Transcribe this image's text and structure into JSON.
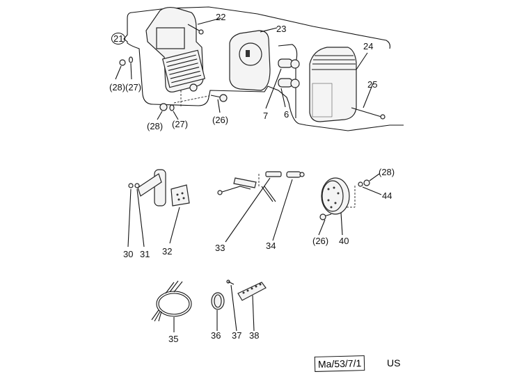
{
  "diagram": {
    "type": "exploded-parts-diagram",
    "labels": {
      "l21": "21",
      "l22": "22",
      "l23": "23",
      "l24": "24",
      "l25": "25",
      "l6": "6",
      "l7": "7",
      "l26a": "(26)",
      "l27a": "(27)",
      "l28a": "(28)",
      "l27b": "(27)",
      "l28b": "(28)",
      "l30": "30",
      "l31": "31",
      "l32": "32",
      "l33": "33",
      "l34": "34",
      "l28c": "(28)",
      "l44": "44",
      "l26b": "(26)",
      "l40": "40",
      "l35": "35",
      "l36": "36",
      "l37": "37",
      "l38": "38"
    },
    "reference": "Ma/53/7/1",
    "region": "US"
  }
}
